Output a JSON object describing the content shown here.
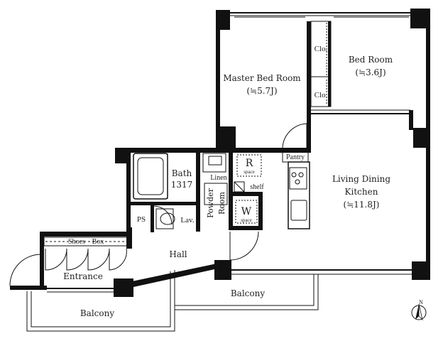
{
  "rooms": {
    "master_bed": {
      "name": "Master Bed Room",
      "area": "(≒5.7J)"
    },
    "bed": {
      "name": "Bed Room",
      "area": "(≒3.6J)"
    },
    "ldk": {
      "name_line1": "Living Dining",
      "name_line2": "Kitchen",
      "area": "(≒11.8J)"
    },
    "bath": {
      "name": "Bath",
      "size": "1317"
    },
    "powder": {
      "line1": "Powder",
      "line2": "Room"
    },
    "hall": {
      "name": "Hall"
    },
    "entrance": {
      "name": "Entrance"
    },
    "pantry": {
      "name": "Pantry"
    }
  },
  "fixtures": {
    "closet1": "Clo.",
    "closet2": "Clo.",
    "linen": "Linen",
    "refrigerator_letter": "R",
    "refrigerator_space": "space",
    "shelf": "shelf",
    "washer_letter": "W",
    "washer_space": "space",
    "ps": "PS",
    "lav": "Lav.",
    "shoes_box_1": "Shoes",
    "shoes_box_2": "Box"
  },
  "balconies": {
    "lower_left": "Balcony",
    "lower_right": "Balcony"
  },
  "compass": {
    "north": "N"
  }
}
